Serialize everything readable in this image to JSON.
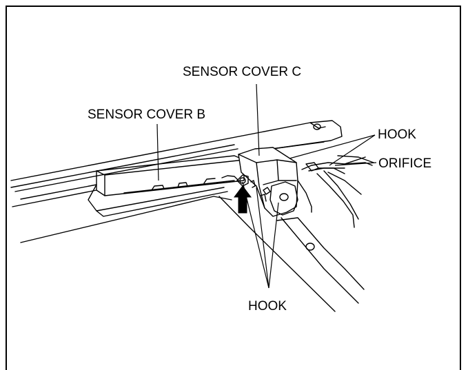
{
  "labels": {
    "sensor_cover_c": "SENSOR COVER C",
    "sensor_cover_b": "SENSOR COVER B",
    "hook_top": "HOOK",
    "orifice": "ORIFICE",
    "hook_bottom": "HOOK"
  }
}
